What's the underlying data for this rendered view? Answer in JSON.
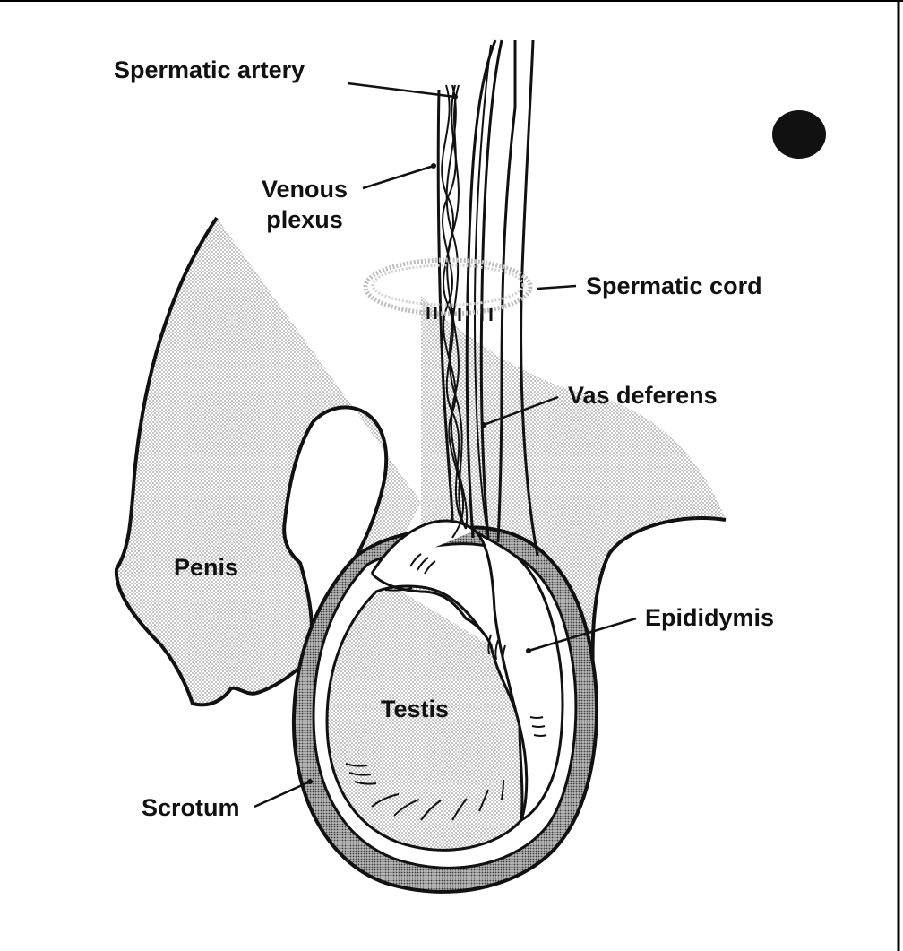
{
  "figure": {
    "labels": {
      "spermatic_artery": "Spermatic artery",
      "venous_plexus_line1": "Venous",
      "venous_plexus_line2": "plexus",
      "spermatic_cord": "Spermatic cord",
      "vas_deferens": "Vas deferens",
      "penis": "Penis",
      "epididymis": "Epididymis",
      "testis": "Testis",
      "scrotum": "Scrotum"
    },
    "colors": {
      "ink": "#111111",
      "shade_light": "#e2e2e2",
      "shade_dark": "#9c9c9c",
      "ring": "#bdbdbd",
      "background": "#ffffff"
    }
  }
}
